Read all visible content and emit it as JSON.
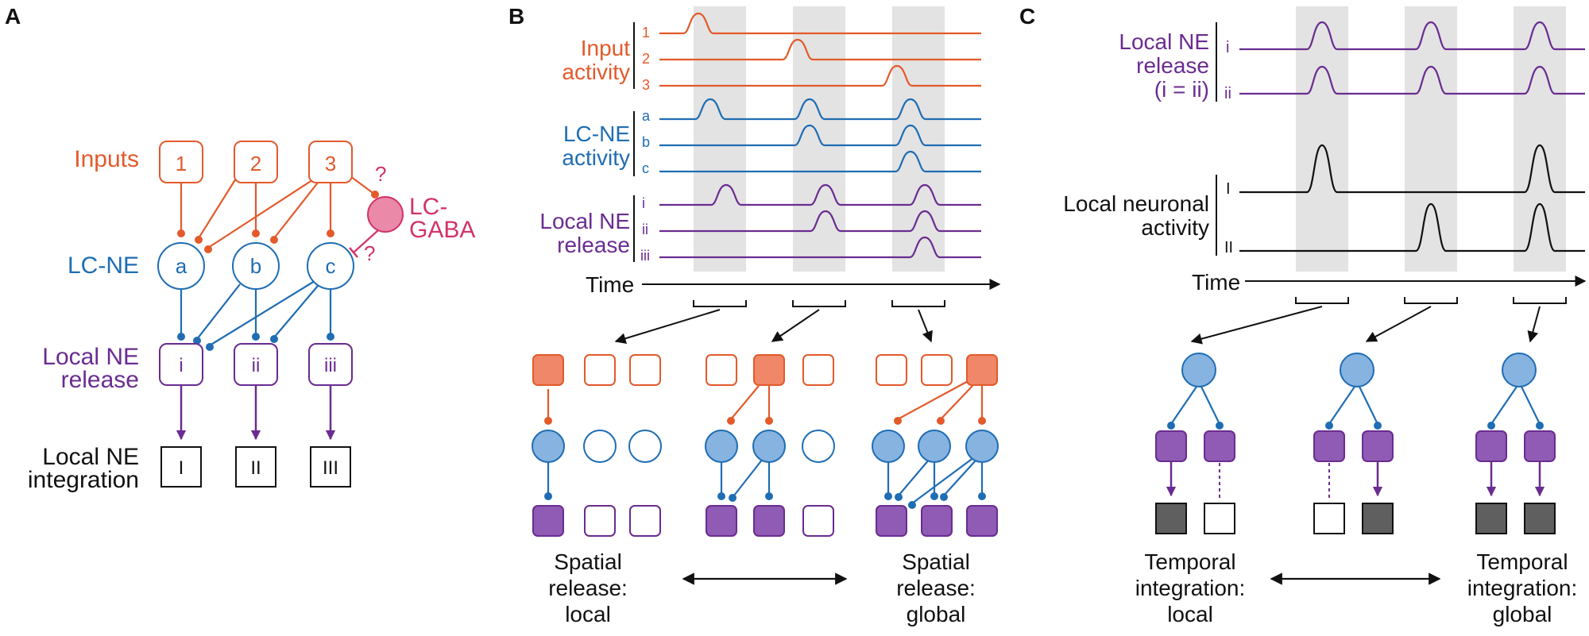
{
  "colors": {
    "orange": "#e35a2b",
    "orange_fill": "#ef8768",
    "blue": "#1f6db3",
    "blue_fill": "#86b3e0",
    "purple": "#6a2c91",
    "purple_fill": "#8f5bb4",
    "magenta": "#d2336b",
    "magenta_fill": "#ea8aa8",
    "dark_gray_fill": "#5f5f5f",
    "shade": "#e3e3e3",
    "black": "#111111"
  },
  "panel_labels": [
    "A",
    "B",
    "C"
  ],
  "panelA": {
    "inputs_label": "Inputs",
    "input_nodes": [
      "1",
      "2",
      "3"
    ],
    "lcne_label": "LC-NE",
    "lcne_nodes": [
      "a",
      "b",
      "c"
    ],
    "gaba_label_line1": "LC-",
    "gaba_label_line2": "GABA",
    "question_mark": "?",
    "release_label_line1": "Local NE",
    "release_label_line2": "release",
    "release_nodes": [
      "i",
      "ii",
      "iii"
    ],
    "integration_label_line1": "Local NE",
    "integration_label_line2": "integration",
    "integration_nodes": [
      "I",
      "II",
      "III"
    ]
  },
  "panelB": {
    "input_label_line1": "Input",
    "input_label_line2": "activity",
    "input_rows": [
      "1",
      "2",
      "3"
    ],
    "lcne_label_line1": "LC-NE",
    "lcne_label_line2": "activity",
    "lcne_rows": [
      "a",
      "b",
      "c"
    ],
    "release_label_line1": "Local NE",
    "release_label_line2": "release",
    "release_rows": [
      "i",
      "ii",
      "iii"
    ],
    "time_label": "Time",
    "caption_left": [
      "Spatial",
      "release:",
      "local"
    ],
    "caption_right": [
      "Spatial",
      "release:",
      "global"
    ]
  },
  "panelC": {
    "release_label_line1": "Local NE",
    "release_label_line2": "release",
    "release_label_line3": "(i = ii)",
    "release_rows": [
      "i",
      "ii"
    ],
    "neuronal_label_line1": "Local neuronal",
    "neuronal_label_line2": "activity",
    "neuronal_rows": [
      "I",
      "II"
    ],
    "time_label": "Time",
    "caption_left": [
      "Temporal",
      "integration:",
      "local"
    ],
    "caption_right": [
      "Temporal",
      "integration:",
      "global"
    ]
  }
}
